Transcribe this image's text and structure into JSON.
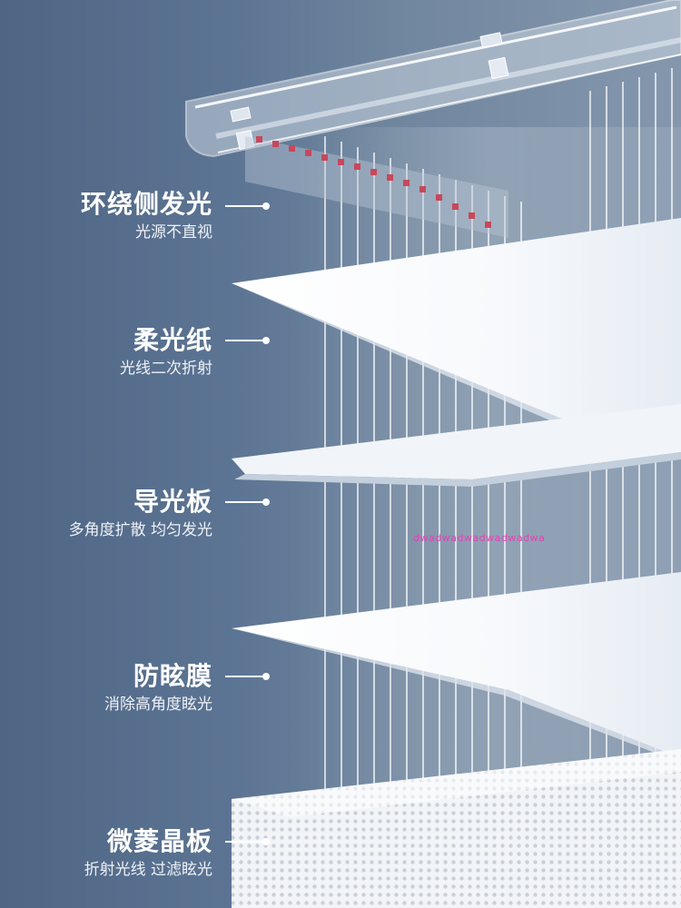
{
  "layers": [
    {
      "key": "side-light",
      "title": "环绕侧发光",
      "subtitle": "光源不直视"
    },
    {
      "key": "diffuser-paper",
      "title": "柔光纸",
      "subtitle": "光线二次折射"
    },
    {
      "key": "light-guide-plate",
      "title": "导光板",
      "subtitle": "多角度扩散 均匀发光"
    },
    {
      "key": "anti-glare-film",
      "title": "防眩膜",
      "subtitle": "消除高角度眩光"
    },
    {
      "key": "micro-prism-plate",
      "title": "微菱晶板",
      "subtitle": "折射光线 过滤眩光"
    }
  ],
  "watermark": "dwadwadwadwadwadwa",
  "colors": {
    "background_left": "#4e6584",
    "background_right": "#8497ad",
    "led_red": "#c9475b",
    "text": "#ffffff"
  }
}
